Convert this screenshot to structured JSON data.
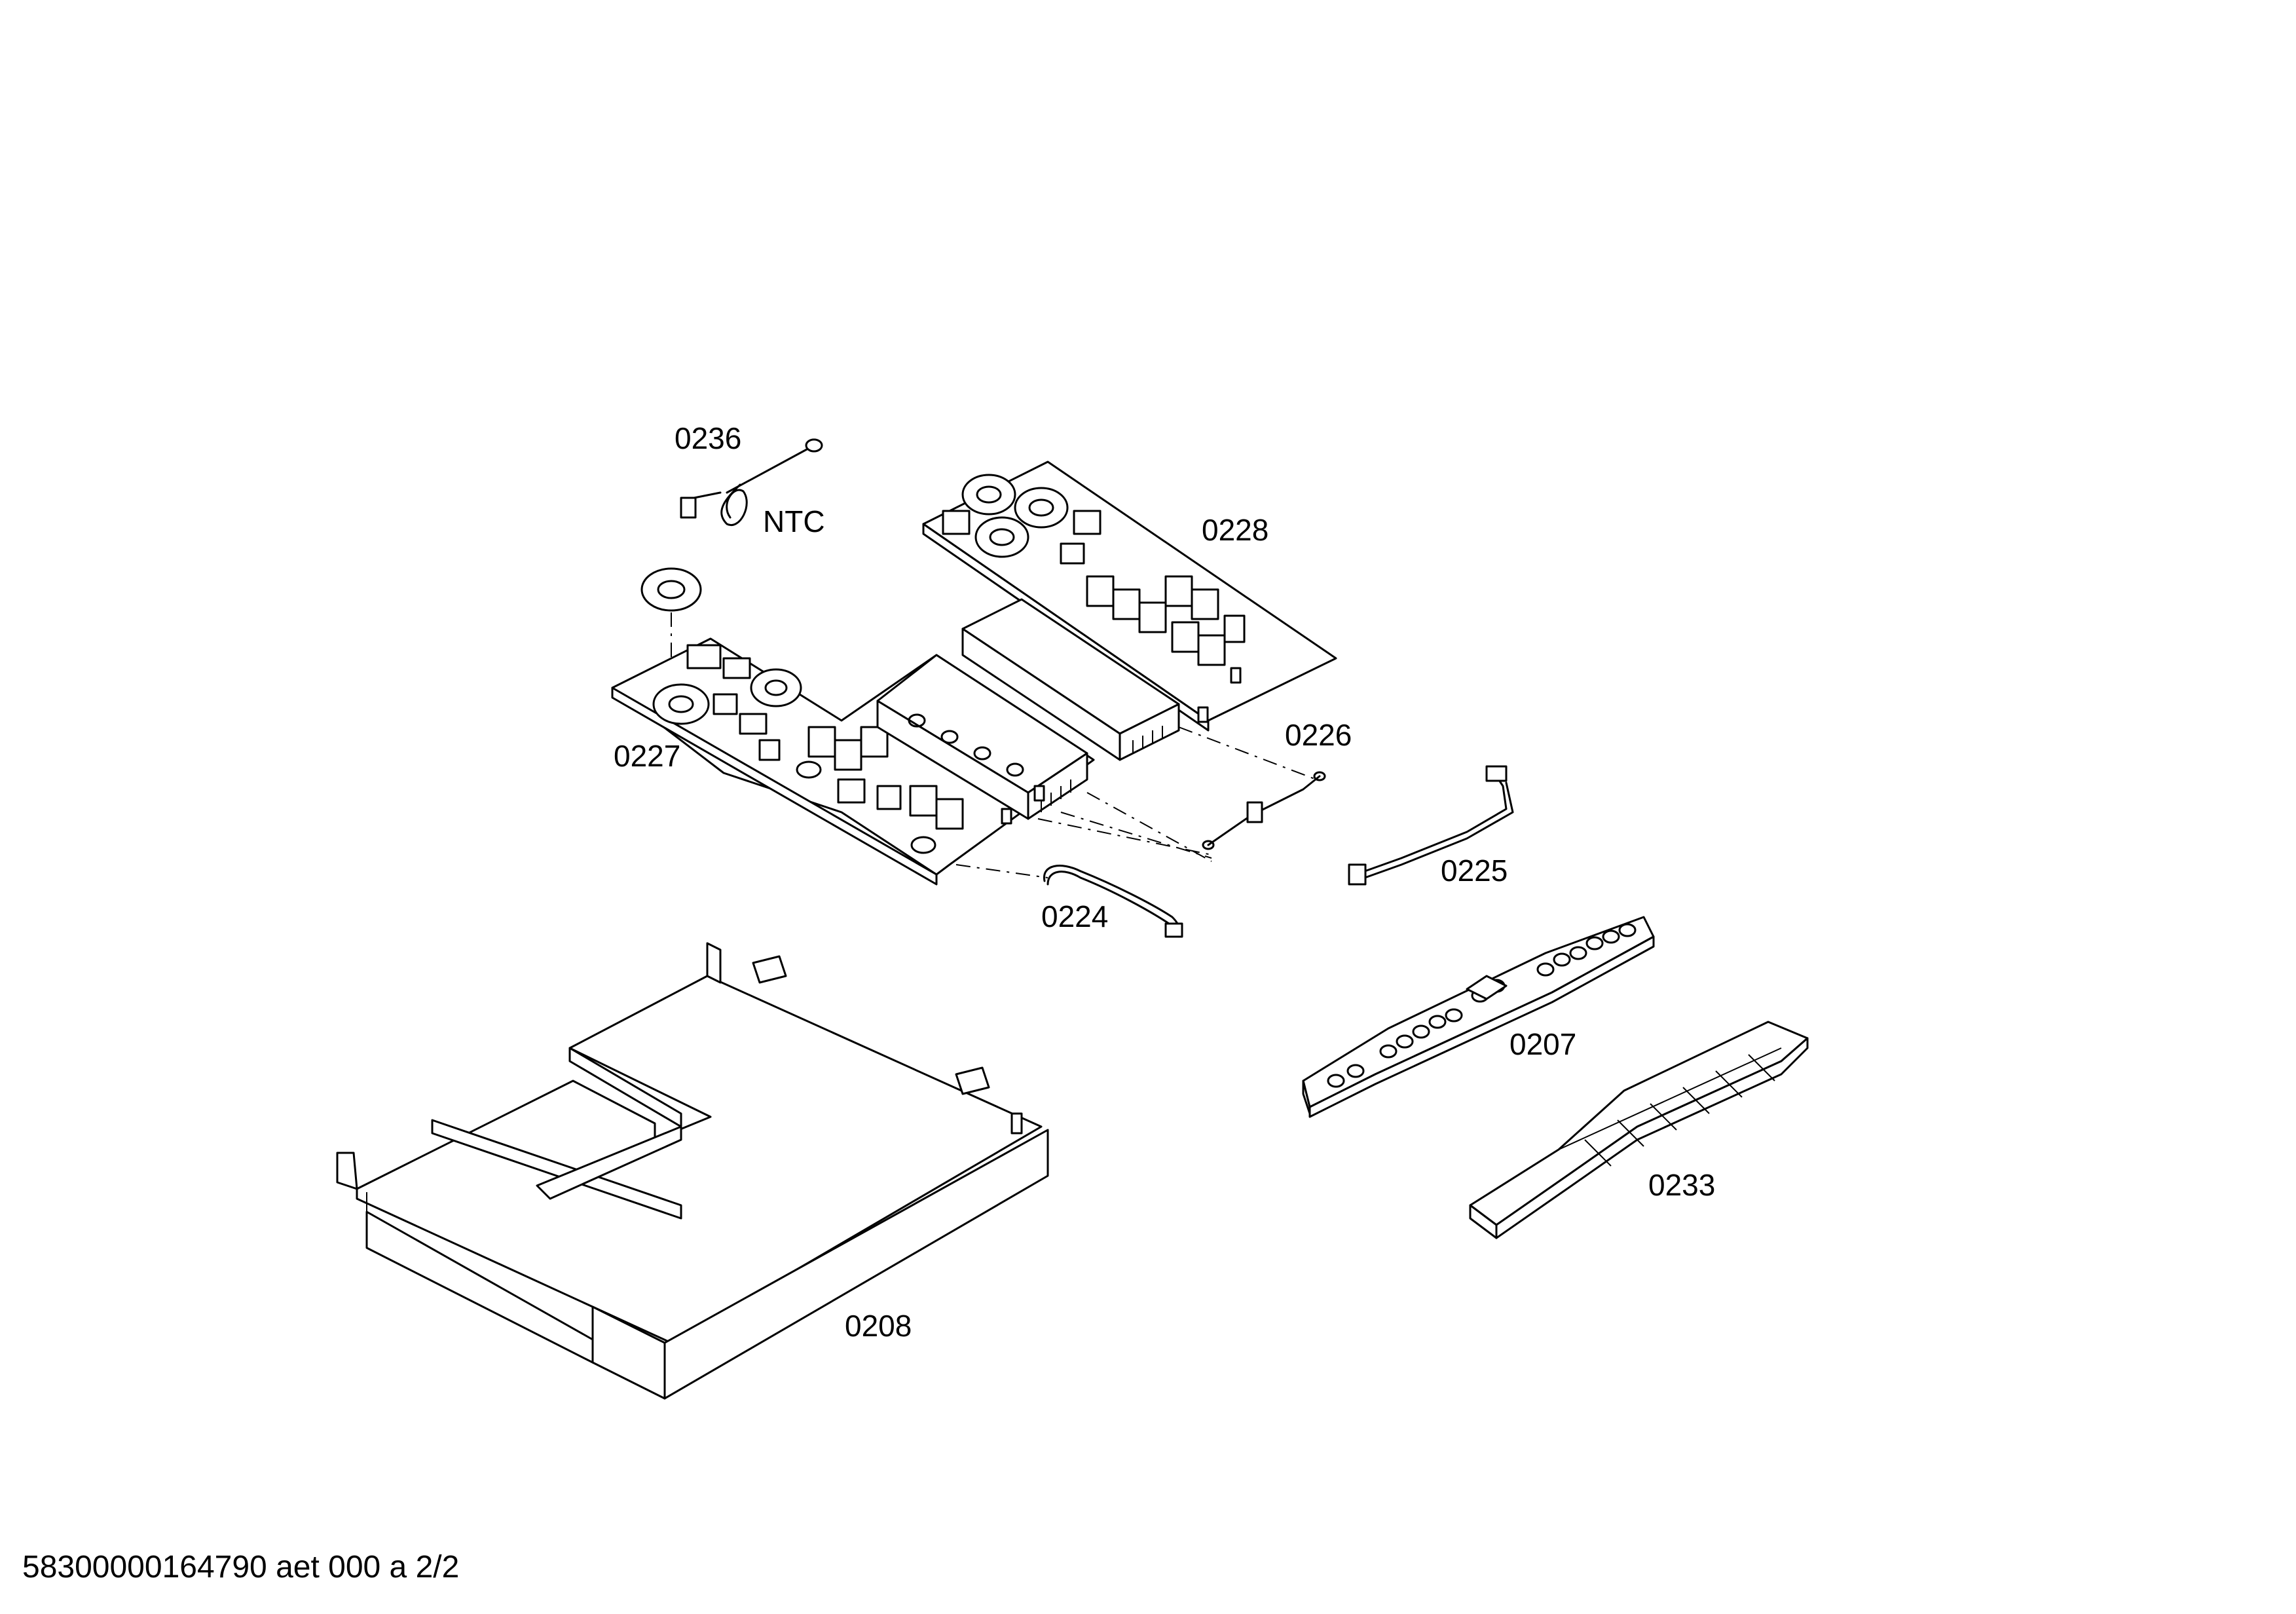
{
  "labels": {
    "p0236": "0236",
    "ntc": "NTC",
    "p0228": "0228",
    "p0227": "0227",
    "p0226": "0226",
    "p0225": "0225",
    "p0224": "0224",
    "p0207": "0207",
    "p0233": "0233",
    "p0208": "0208"
  },
  "footer": {
    "document_id": "58300000164790 aet 000 a 2/2"
  }
}
